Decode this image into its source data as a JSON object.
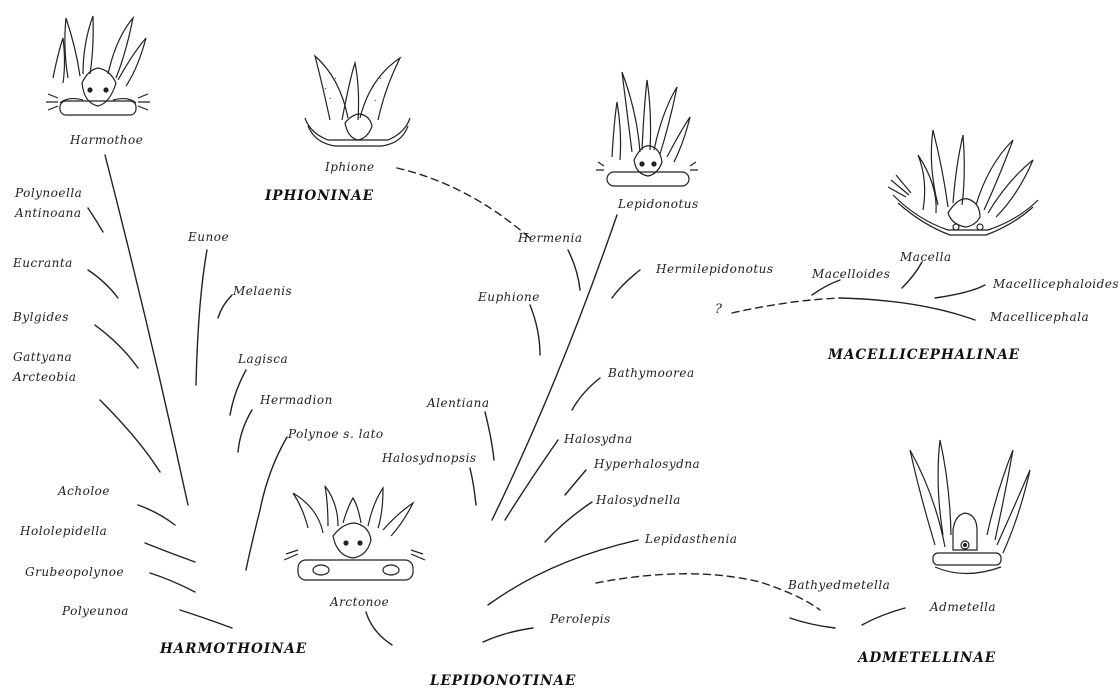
{
  "title": "",
  "subfamilies": {
    "harmothoinae": "HARMOTHOINAE",
    "iphioninae": "IPHIONINAE",
    "lepidonotinae": "LEPIDONOTINAE",
    "macellicephalinae": "MACELLICEPHALINAE",
    "admetellinae": "ADMETELLINAE"
  },
  "genera": {
    "harmothoe": "Harmothoe",
    "iphione": "Iphione",
    "lepidonotus": "Lepidonotus",
    "polynoella": "Polynoella",
    "antinoana": "Antinoana",
    "eucranta": "Eucranta",
    "bylgides": "Bylgides",
    "gattyana": "Gattyana",
    "arcteobia": "Arcteobia",
    "eunoe": "Eunoe",
    "melaenis": "Melaenis",
    "lagisca": "Lagisca",
    "hermadion": "Hermadion",
    "polynoe": "Polynoe s. lato",
    "acholoe": "Acholoe",
    "hololepidella": "Hololepidella",
    "grubeopolynoe": "Grubeopolynoe",
    "polyeunoa": "Polyeunoa",
    "arctonoe": "Arctonoe",
    "hermenia": "Hermenia",
    "euphione": "Euphione",
    "alentiana": "Alentiana",
    "halosydnopsis": "Halosydnopsis",
    "hermilepidonotus": "Hermilepidonotus",
    "bathymoorea": "Bathymoorea",
    "halosydna": "Halosydna",
    "hyperhalosydna": "Hyperhalosydna",
    "halosydnella": "Halosydnella",
    "lepidasthenia": "Lepidasthenia",
    "perolepis": "Perolepis",
    "macelloides": "Macelloides",
    "macella": "Macella",
    "macellicephaloides": "Macellicephaloides",
    "macellicephala": "Macellicephala",
    "bathyedmetella": "Bathyedmetella",
    "admetella": "Admetella"
  },
  "uncertain_mark": "?"
}
